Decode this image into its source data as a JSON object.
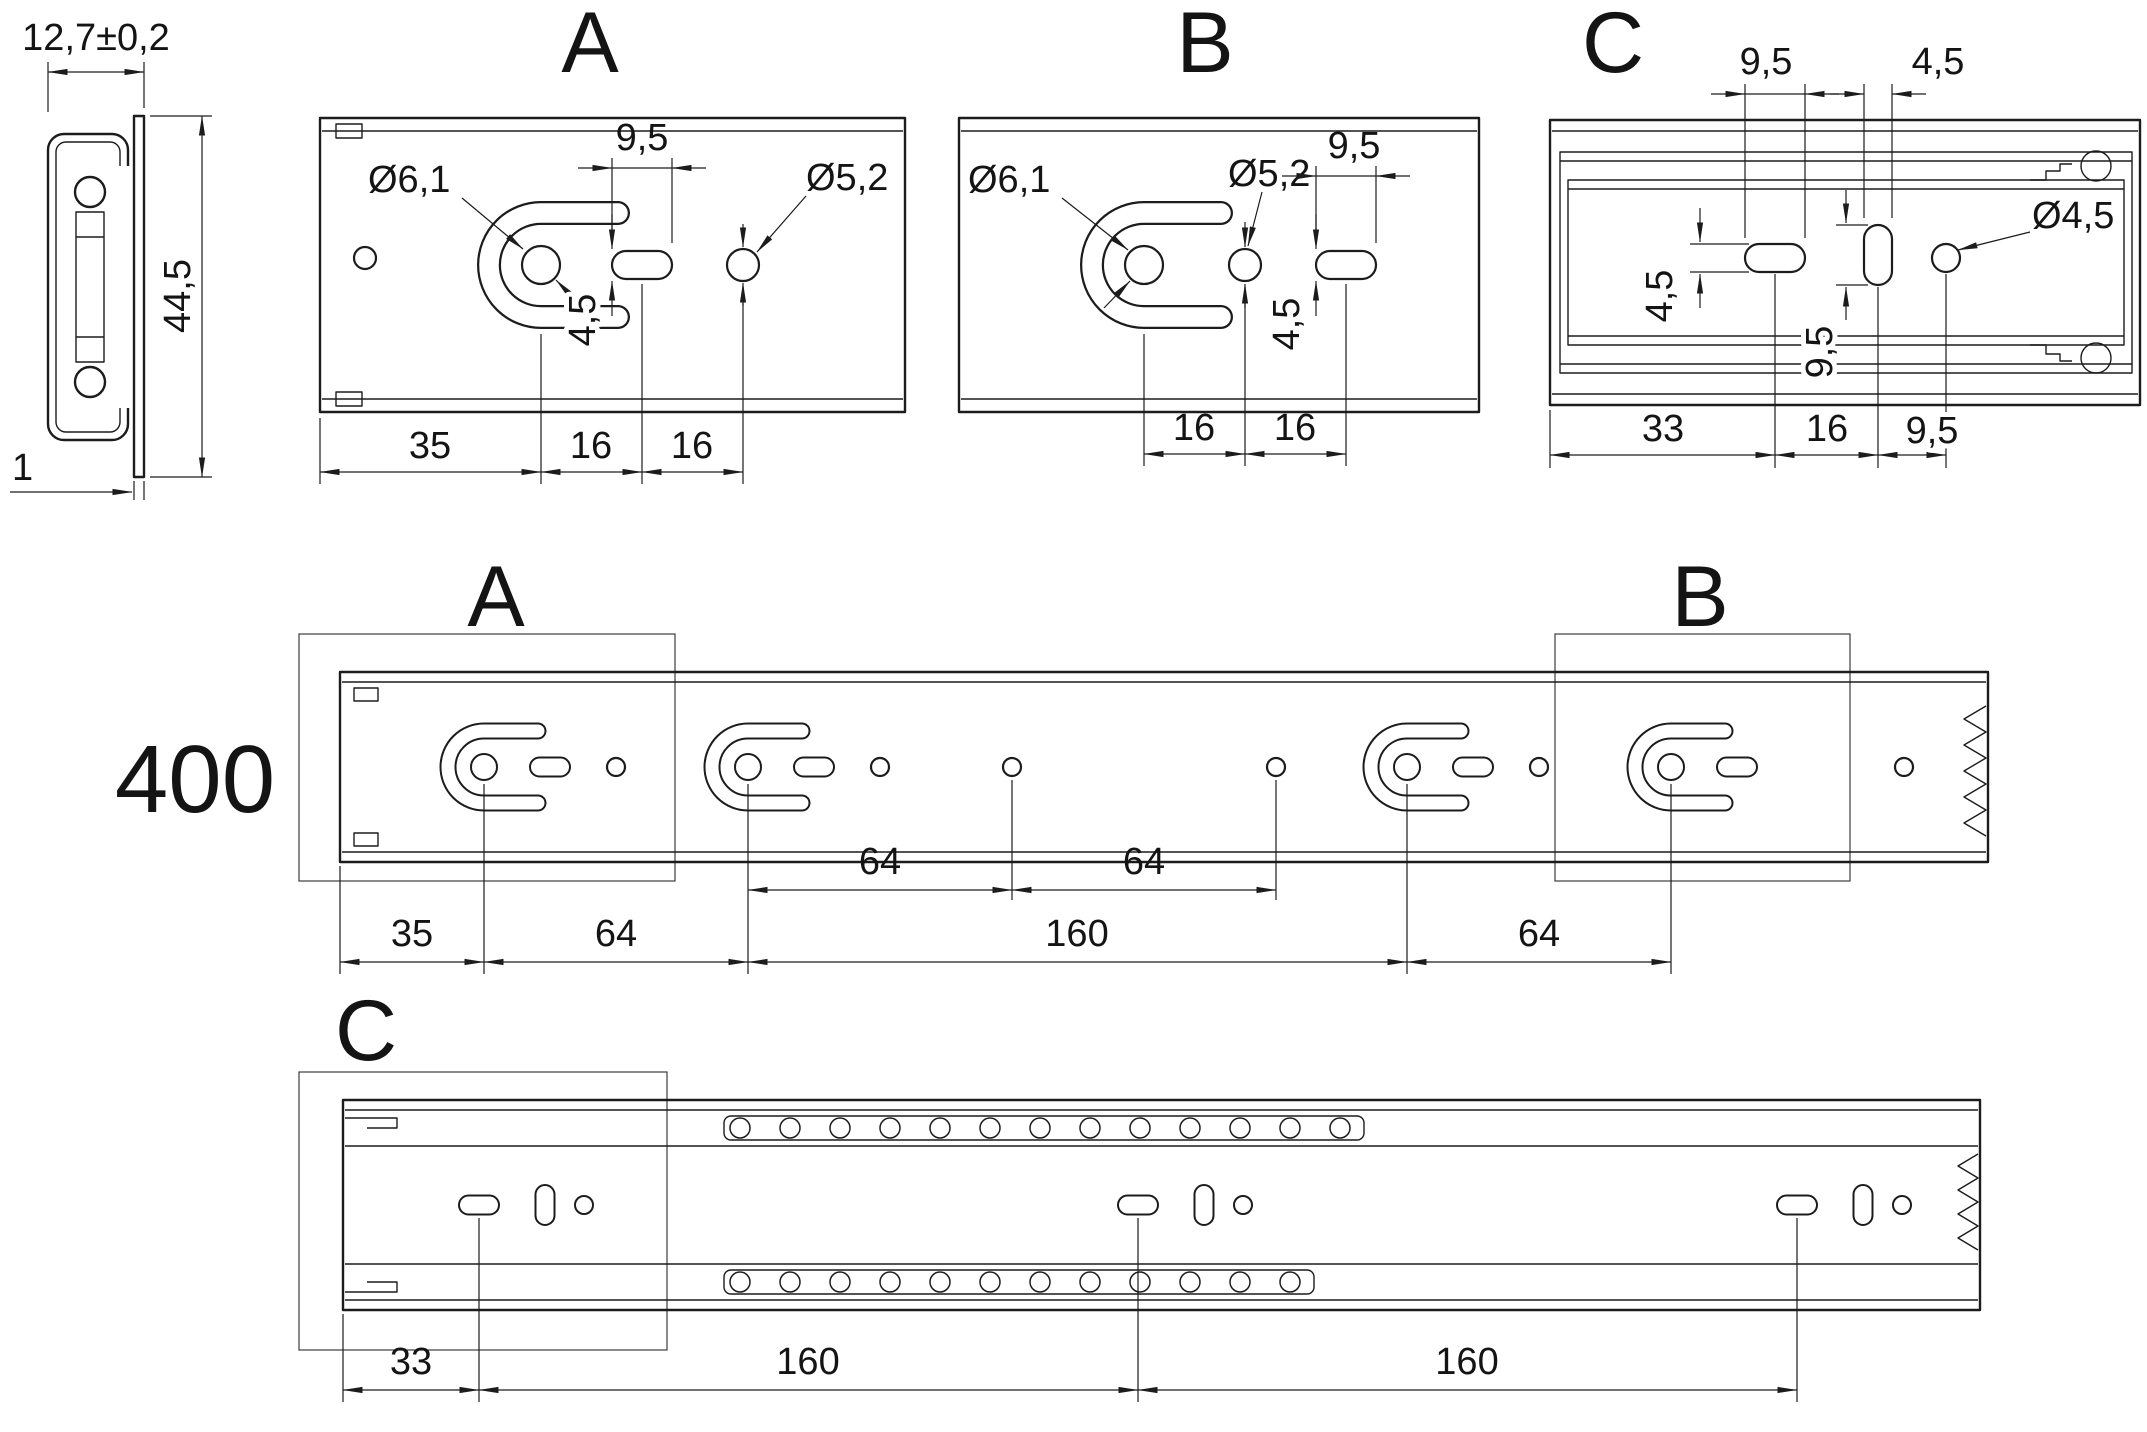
{
  "section": {
    "dim_width": "12,7±0,2",
    "dim_height": "44,5",
    "dim_thickness": "1"
  },
  "view_a": {
    "label": "A",
    "dia_large": "Ø6,1",
    "slot_length": "9,5",
    "dia_small": "Ø5,2",
    "slot_width": "4,5",
    "edge_offset": "35",
    "pitch_1": "16",
    "pitch_2": "16"
  },
  "view_b": {
    "label": "B",
    "dia_large": "Ø6,1",
    "dia_small": "Ø5,2",
    "slot_length": "9,5",
    "slot_width": "4,5",
    "pitch_1": "16",
    "pitch_2": "16"
  },
  "view_c": {
    "label": "C",
    "slot_length": "9,5",
    "slot_width_top": "4,5",
    "slot_height_left": "4,5",
    "slot_length_mid": "9,5",
    "dia_hole": "Ø4,5",
    "edge_offset": "33",
    "pitch_1": "16",
    "pitch_2": "9,5"
  },
  "side_view": {
    "total_length": "400",
    "label_a": "A",
    "label_b": "B",
    "pitch_upper_1": "64",
    "pitch_upper_2": "64",
    "edge_offset": "35",
    "pitch_1": "64",
    "pitch_2": "160",
    "pitch_3": "64"
  },
  "inner_view": {
    "label_c": "C",
    "edge_offset": "33",
    "pitch_1": "160",
    "pitch_2": "160"
  }
}
